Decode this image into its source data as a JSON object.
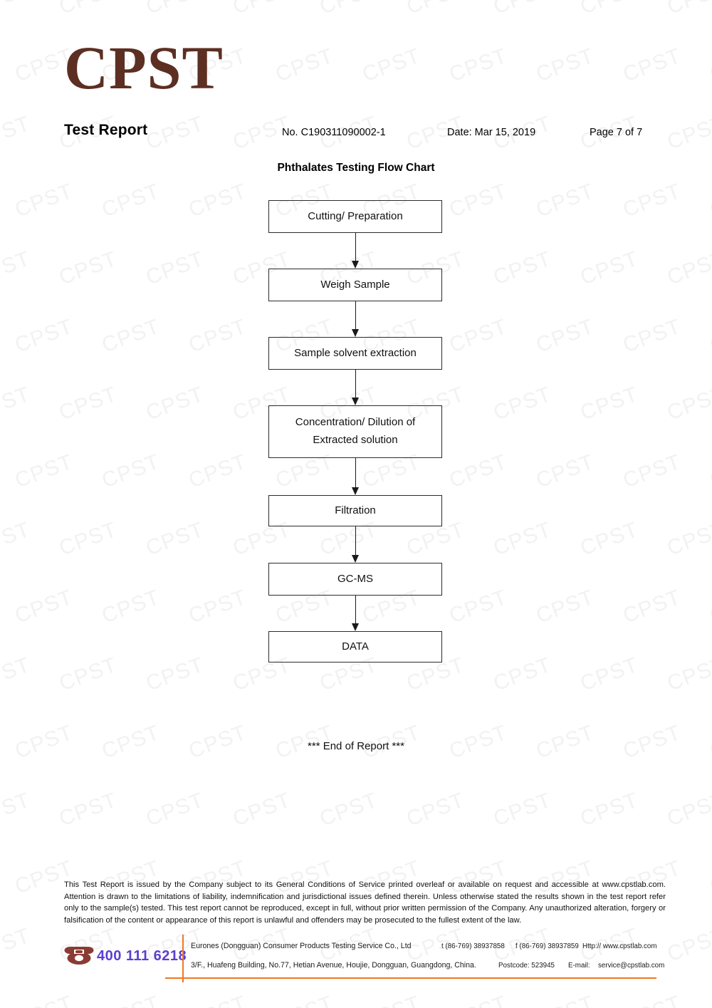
{
  "document": {
    "logo_text": "CPST",
    "logo_color": "#5c2f22",
    "report_title": "Test Report",
    "header": {
      "report_no": "No.  C190311090002-1",
      "date": "Date:  Mar  15,  2019",
      "page": "Page 7 of 7"
    },
    "watermark_text": "CPST"
  },
  "flow_chart": {
    "title": "Phthalates Testing Flow Chart",
    "steps": [
      {
        "label": "Cutting/ Preparation",
        "lines": [
          "Cutting/ Preparation"
        ]
      },
      {
        "label": "Weigh Sample",
        "lines": [
          "Weigh Sample"
        ]
      },
      {
        "label": "Sample solvent extraction",
        "lines": [
          "Sample solvent extraction"
        ]
      },
      {
        "label": "Concentration/ Dilution of Extracted solution",
        "lines": [
          "Concentration/ Dilution of",
          "Extracted solution"
        ]
      },
      {
        "label": "Filtration",
        "lines": [
          "Filtration"
        ]
      },
      {
        "label": "GC-MS",
        "lines": [
          "GC-MS"
        ]
      },
      {
        "label": "DATA",
        "lines": [
          "DATA"
        ]
      }
    ]
  },
  "end_of_report": "*** End of Report ***",
  "footer": {
    "disclaimer": "This Test Report is issued by the Company subject to its General Conditions of Service printed overleaf or available on request and accessible at www.cpstlab.com. Attention is drawn to the limitations of liability, indemnification and jurisdictional issues defined therein. Unless otherwise stated the results shown in the test report refer only to the sample(s) tested. This test report cannot be reproduced, except in full, without prior written permission of the Company. Any unauthorized alteration, forgery or falsification of the content or appearance of this report is unlawful and offenders may be prosecuted to the fullest extent of the law.",
    "hotline": "400 111 6218",
    "hotline_color": "#5b3fd0",
    "accent_color": "#f07820",
    "company": "Eurones (Dongguan) Consumer Products Testing Service Co., Ltd",
    "tel": "t (86-769) 38937858",
    "fax": "f (86-769) 38937859",
    "website": "Http:// www.cpstlab.com",
    "address": "3/F., Huafeng Building, No.77, Hetian Avenue, Houjie, Dongguan, Guangdong, China.",
    "postcode": "Postcode: 523945",
    "email_label": "E-mail:",
    "email_value": "service@cpstlab.com"
  }
}
